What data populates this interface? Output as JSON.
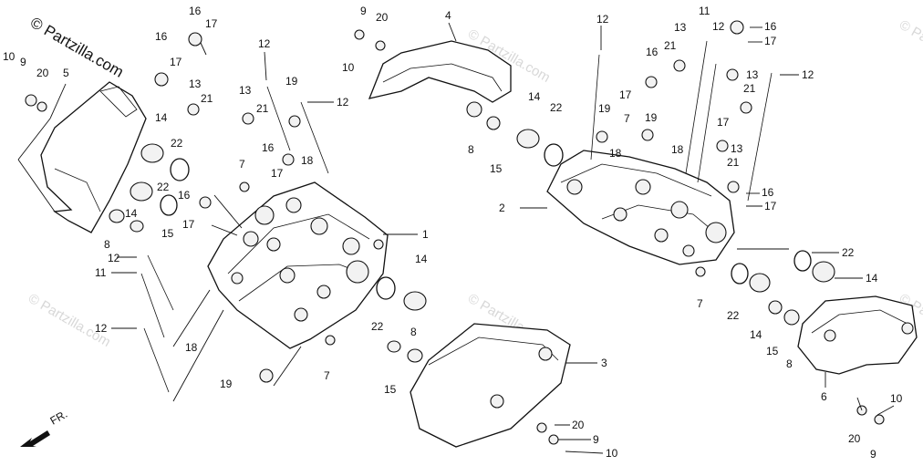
{
  "watermark": {
    "main": "© Partzilla.com",
    "faint": "© Partzilla.com"
  },
  "direction_marker": "FR.",
  "callouts": {
    "c1": "1",
    "c2": "2",
    "c3": "3",
    "c4": "4",
    "c5": "5",
    "c6": "6",
    "c7a": "7",
    "c7b": "7",
    "c7c": "7",
    "c7d": "7",
    "c8a": "8",
    "c8b": "8",
    "c8c": "8",
    "c8d": "8",
    "c9a": "9",
    "c9b": "9",
    "c9c": "9",
    "c9d": "9",
    "c10a": "10",
    "c10b": "10",
    "c10c": "10",
    "c10d": "10",
    "c11a": "11",
    "c11b": "11",
    "c12a": "12",
    "c12b": "12",
    "c12c": "12",
    "c12d": "12",
    "c12e": "12",
    "c12f": "12",
    "c12g": "12",
    "c13a": "13",
    "c13b": "13",
    "c13c": "13",
    "c13d": "13",
    "c13e": "13",
    "c14a": "14",
    "c14b": "14",
    "c14c": "14",
    "c14d": "14",
    "c14e": "14",
    "c14f": "14",
    "c15a": "15",
    "c15b": "15",
    "c15c": "15",
    "c15d": "15",
    "c16a": "16",
    "c16b": "16",
    "c16c": "16",
    "c16d": "16",
    "c16e": "16",
    "c16f": "16",
    "c16g": "16",
    "c17a": "17",
    "c17b": "17",
    "c17c": "17",
    "c17d": "17",
    "c17e": "17",
    "c17f": "17",
    "c17g": "17",
    "c17h": "17",
    "c18a": "18",
    "c18b": "18",
    "c18c": "18",
    "c18d": "18",
    "c19a": "19",
    "c19b": "19",
    "c19c": "19",
    "c19d": "19",
    "c20a": "20",
    "c20b": "20",
    "c20c": "20",
    "c20d": "20",
    "c21a": "21",
    "c21b": "21",
    "c21c": "21",
    "c21d": "21",
    "c21e": "21",
    "c22a": "22",
    "c22b": "22",
    "c22c": "22",
    "c22d": "22",
    "c22e": "22",
    "c22f": "22"
  },
  "colors": {
    "ink": "#111111",
    "paper": "#ffffff",
    "watermark_faint": "#d8d8d8"
  }
}
